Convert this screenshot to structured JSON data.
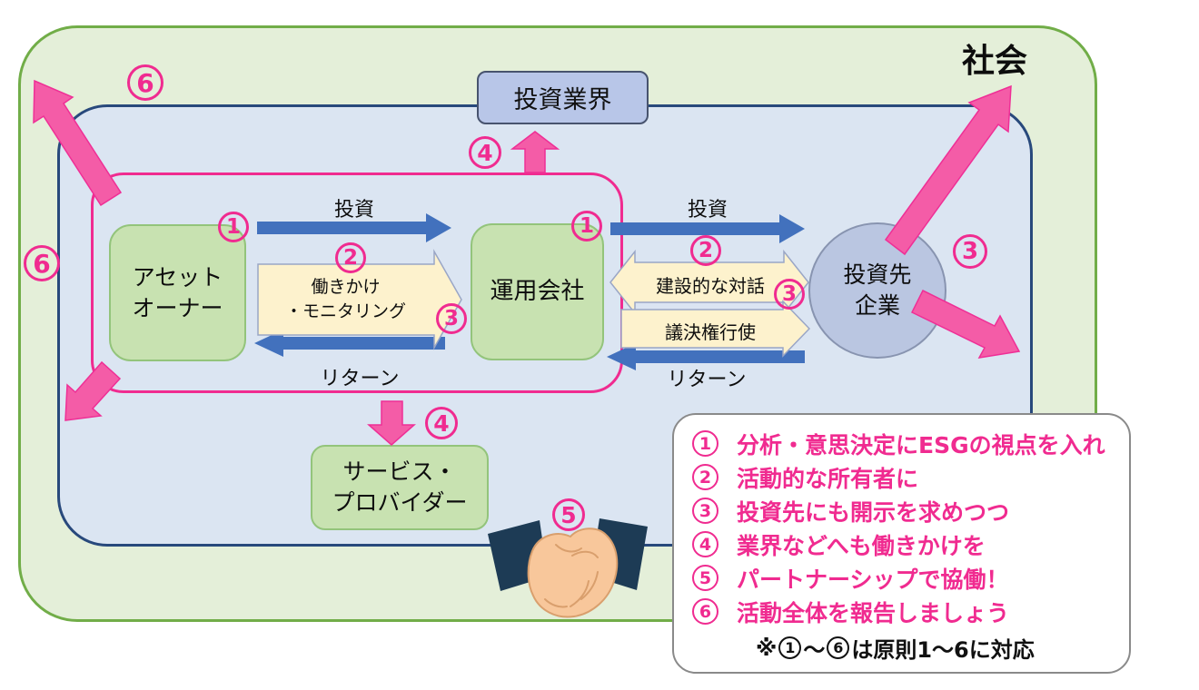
{
  "society_label": "社会",
  "industry_box_label": "投資業界",
  "entities": {
    "asset_owner": {
      "line1": "アセット",
      "line2": "オーナー"
    },
    "management_co": {
      "label": "運用会社"
    },
    "investee": {
      "line1": "投資先",
      "line2": "企業"
    },
    "service_provider": {
      "line1": "サービス・",
      "line2": "プロバイダー"
    }
  },
  "labels": {
    "invest_1": "投資",
    "invest_2": "投資",
    "return_1": "リターン",
    "return_2": "リターン",
    "engagement_1": "働きかけ",
    "engagement_2": "・モニタリング",
    "dialogue": "建設的な対話",
    "voting": "議決権行使"
  },
  "nums": {
    "n1": "1",
    "n2": "2",
    "n3": "3",
    "n4": "4",
    "n5": "5",
    "n6": "6"
  },
  "legend": {
    "items": [
      {
        "num": "1",
        "text": "分析・意思決定にESGの視点を入れ"
      },
      {
        "num": "2",
        "text": "活動的な所有者に"
      },
      {
        "num": "3",
        "text": "投資先にも開示を求めつつ"
      },
      {
        "num": "4",
        "text": "業界などへも働きかけを"
      },
      {
        "num": "5",
        "text": "パートナーシップで協働！"
      },
      {
        "num": "6",
        "text": "活動全体を報告しましょう"
      }
    ],
    "note": {
      "prefix": "※",
      "from": "1",
      "tilde": "～",
      "to": "6",
      "suffix": "は原則1～6に対応"
    }
  },
  "colors": {
    "outer_fill": "#e4efd9",
    "outer_border": "#71ad48",
    "inner_fill": "#dbe5f2",
    "inner_border": "#28497c",
    "pink_accent": "#f02b90",
    "pink_arrow": "#f45ca7",
    "blue_arrow": "#4271bd",
    "cream_arrow_fill": "#fdf2cd",
    "entity_fill": "#c8e2b1",
    "entity_border": "#93c47b",
    "industry_fill": "#b8c6e8",
    "investee_fill": "#bac6e1",
    "sleeve_navy": "#1d3b55",
    "hand_peach": "#f8c79b"
  }
}
